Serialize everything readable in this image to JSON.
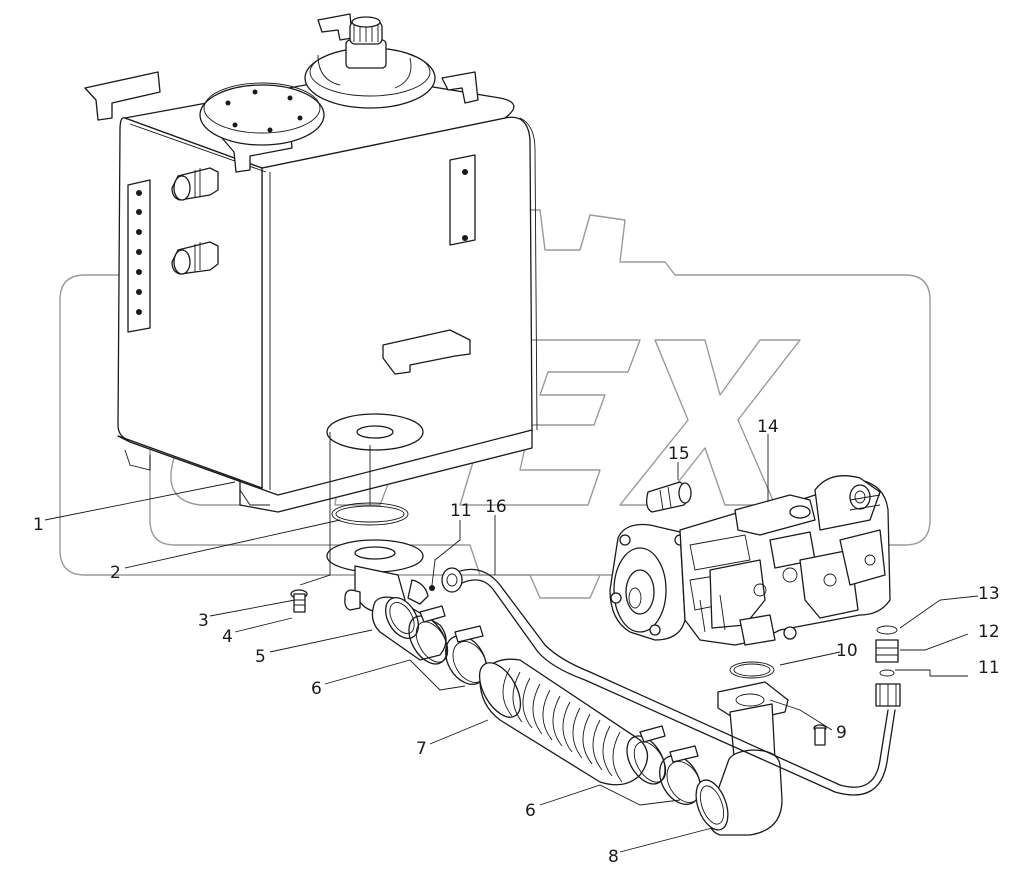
{
  "diagram": {
    "watermark": "OPEX",
    "callouts": [
      "1",
      "2",
      "3",
      "4",
      "5",
      "6",
      "7",
      "6",
      "8",
      "9",
      "10",
      "11",
      "12",
      "13",
      "14",
      "15",
      "16",
      "11"
    ],
    "colors": {
      "line": "#1a1a1a",
      "watermark": "#9a9a9a",
      "background": "#ffffff"
    }
  }
}
